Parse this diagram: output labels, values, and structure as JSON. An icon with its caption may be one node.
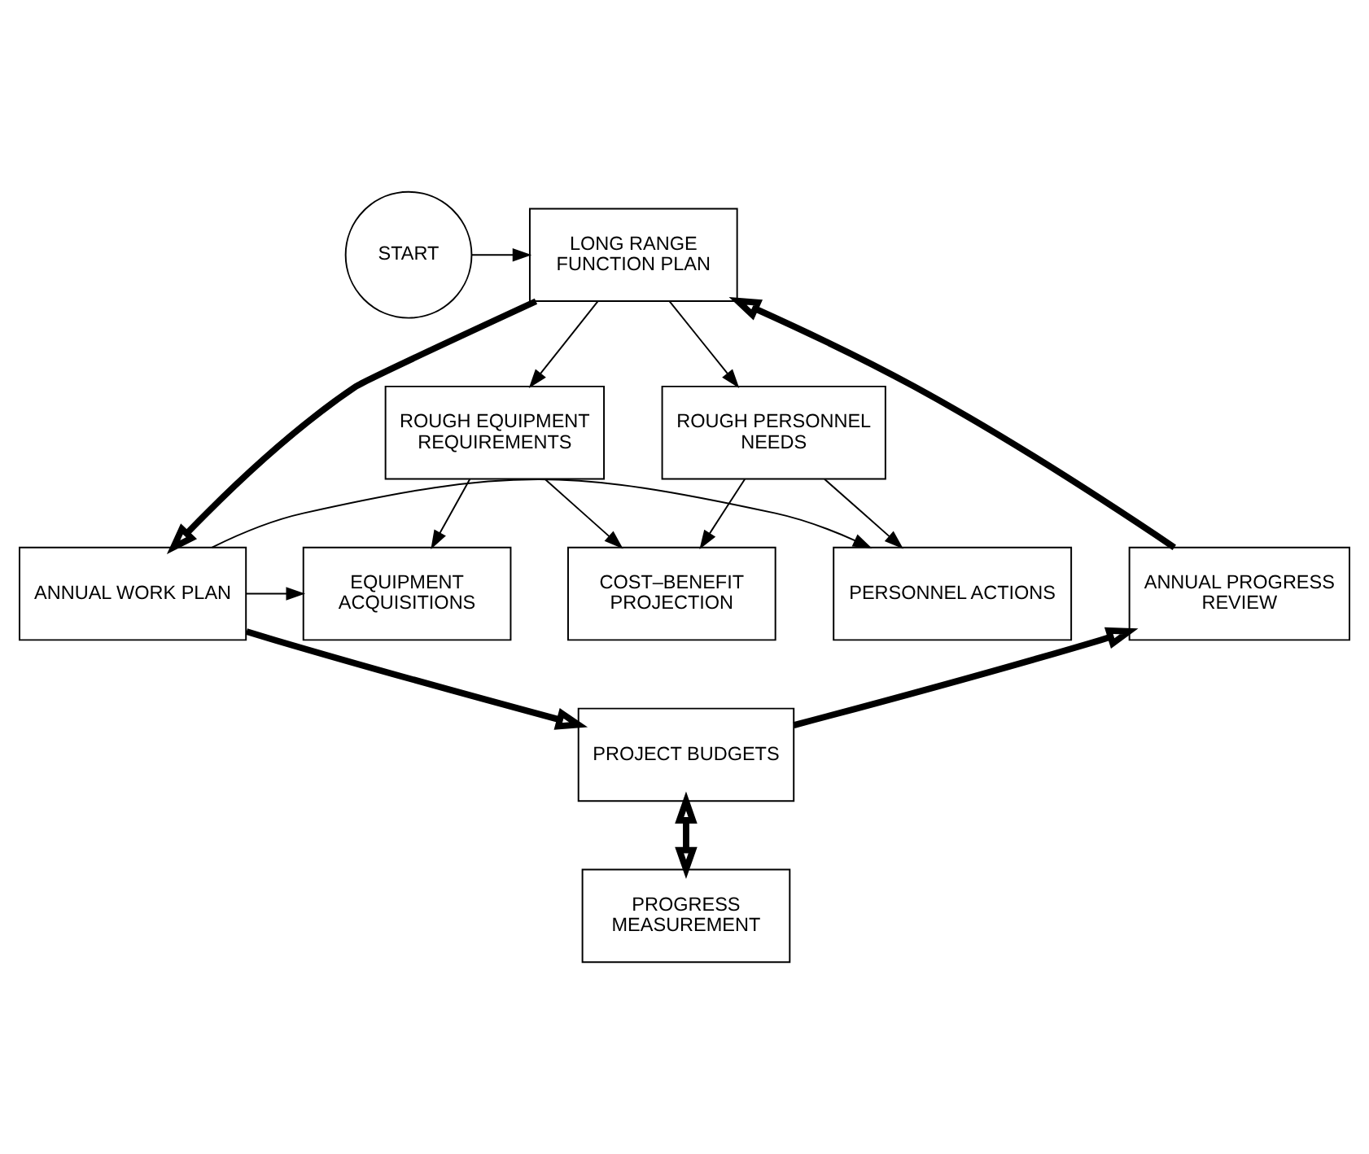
{
  "diagram": {
    "nodes": [
      {
        "text": [
          "START"
        ]
      },
      {
        "text": [
          "LONG RANGE FUNCTION PLAN"
        ]
      },
      {
        "text": [
          "ROUGH EQUIPMENT REQUIREMENTS"
        ]
      },
      {
        "text": [
          "ROUGH PERSONNEL NEEDS"
        ]
      },
      {
        "text": [
          "COST–BENEFIT PROJECTION"
        ]
      },
      {
        "text": [
          "ANNUAL WORK PLAN"
        ]
      },
      {
        "text": [
          "EQUIPMENT ACQUISITIONS"
        ]
      },
      {
        "text": [
          "PERSONNEL ACTIONS"
        ]
      },
      {
        "text": [
          "ANNUAL PROGRESS REVIEW"
        ]
      },
      {
        "text": [
          "PROJECT BUDGETS"
        ]
      },
      {
        "text": [
          "PROGRESS MEASUREMENT"
        ]
      }
    ],
    "edges": [
      {
        "from": 0,
        "to": 1,
        "arrow": "to"
      },
      {
        "from": 1,
        "to": 2,
        "arrow": "to"
      },
      {
        "from": 1,
        "to": 3,
        "arrow": "to"
      },
      {
        "from": 2,
        "to": 4,
        "arrow": "to"
      },
      {
        "from": 3,
        "to": 4,
        "arrow": "to"
      },
      {
        "from": 2,
        "to": 6,
        "arrow": "to"
      },
      {
        "from": 3,
        "to": 7,
        "arrow": "to"
      },
      {
        "from": 1,
        "to": 5,
        "arrow": "to",
        "style": "thick"
      },
      {
        "from": 5,
        "to": 6,
        "arrow": "to"
      },
      {
        "from": 5,
        "to": 7,
        "arrow": "to"
      },
      {
        "from": 5,
        "to": 9,
        "arrow": "to",
        "style": "thick"
      },
      {
        "from": 9,
        "to": 8,
        "arrow": "to",
        "style": "thick"
      },
      {
        "from": 8,
        "to": 1,
        "arrow": "to",
        "style": "thick"
      },
      {
        "from": 9,
        "to": 10,
        "arrow": "both",
        "style": "thick"
      }
    ]
  }
}
